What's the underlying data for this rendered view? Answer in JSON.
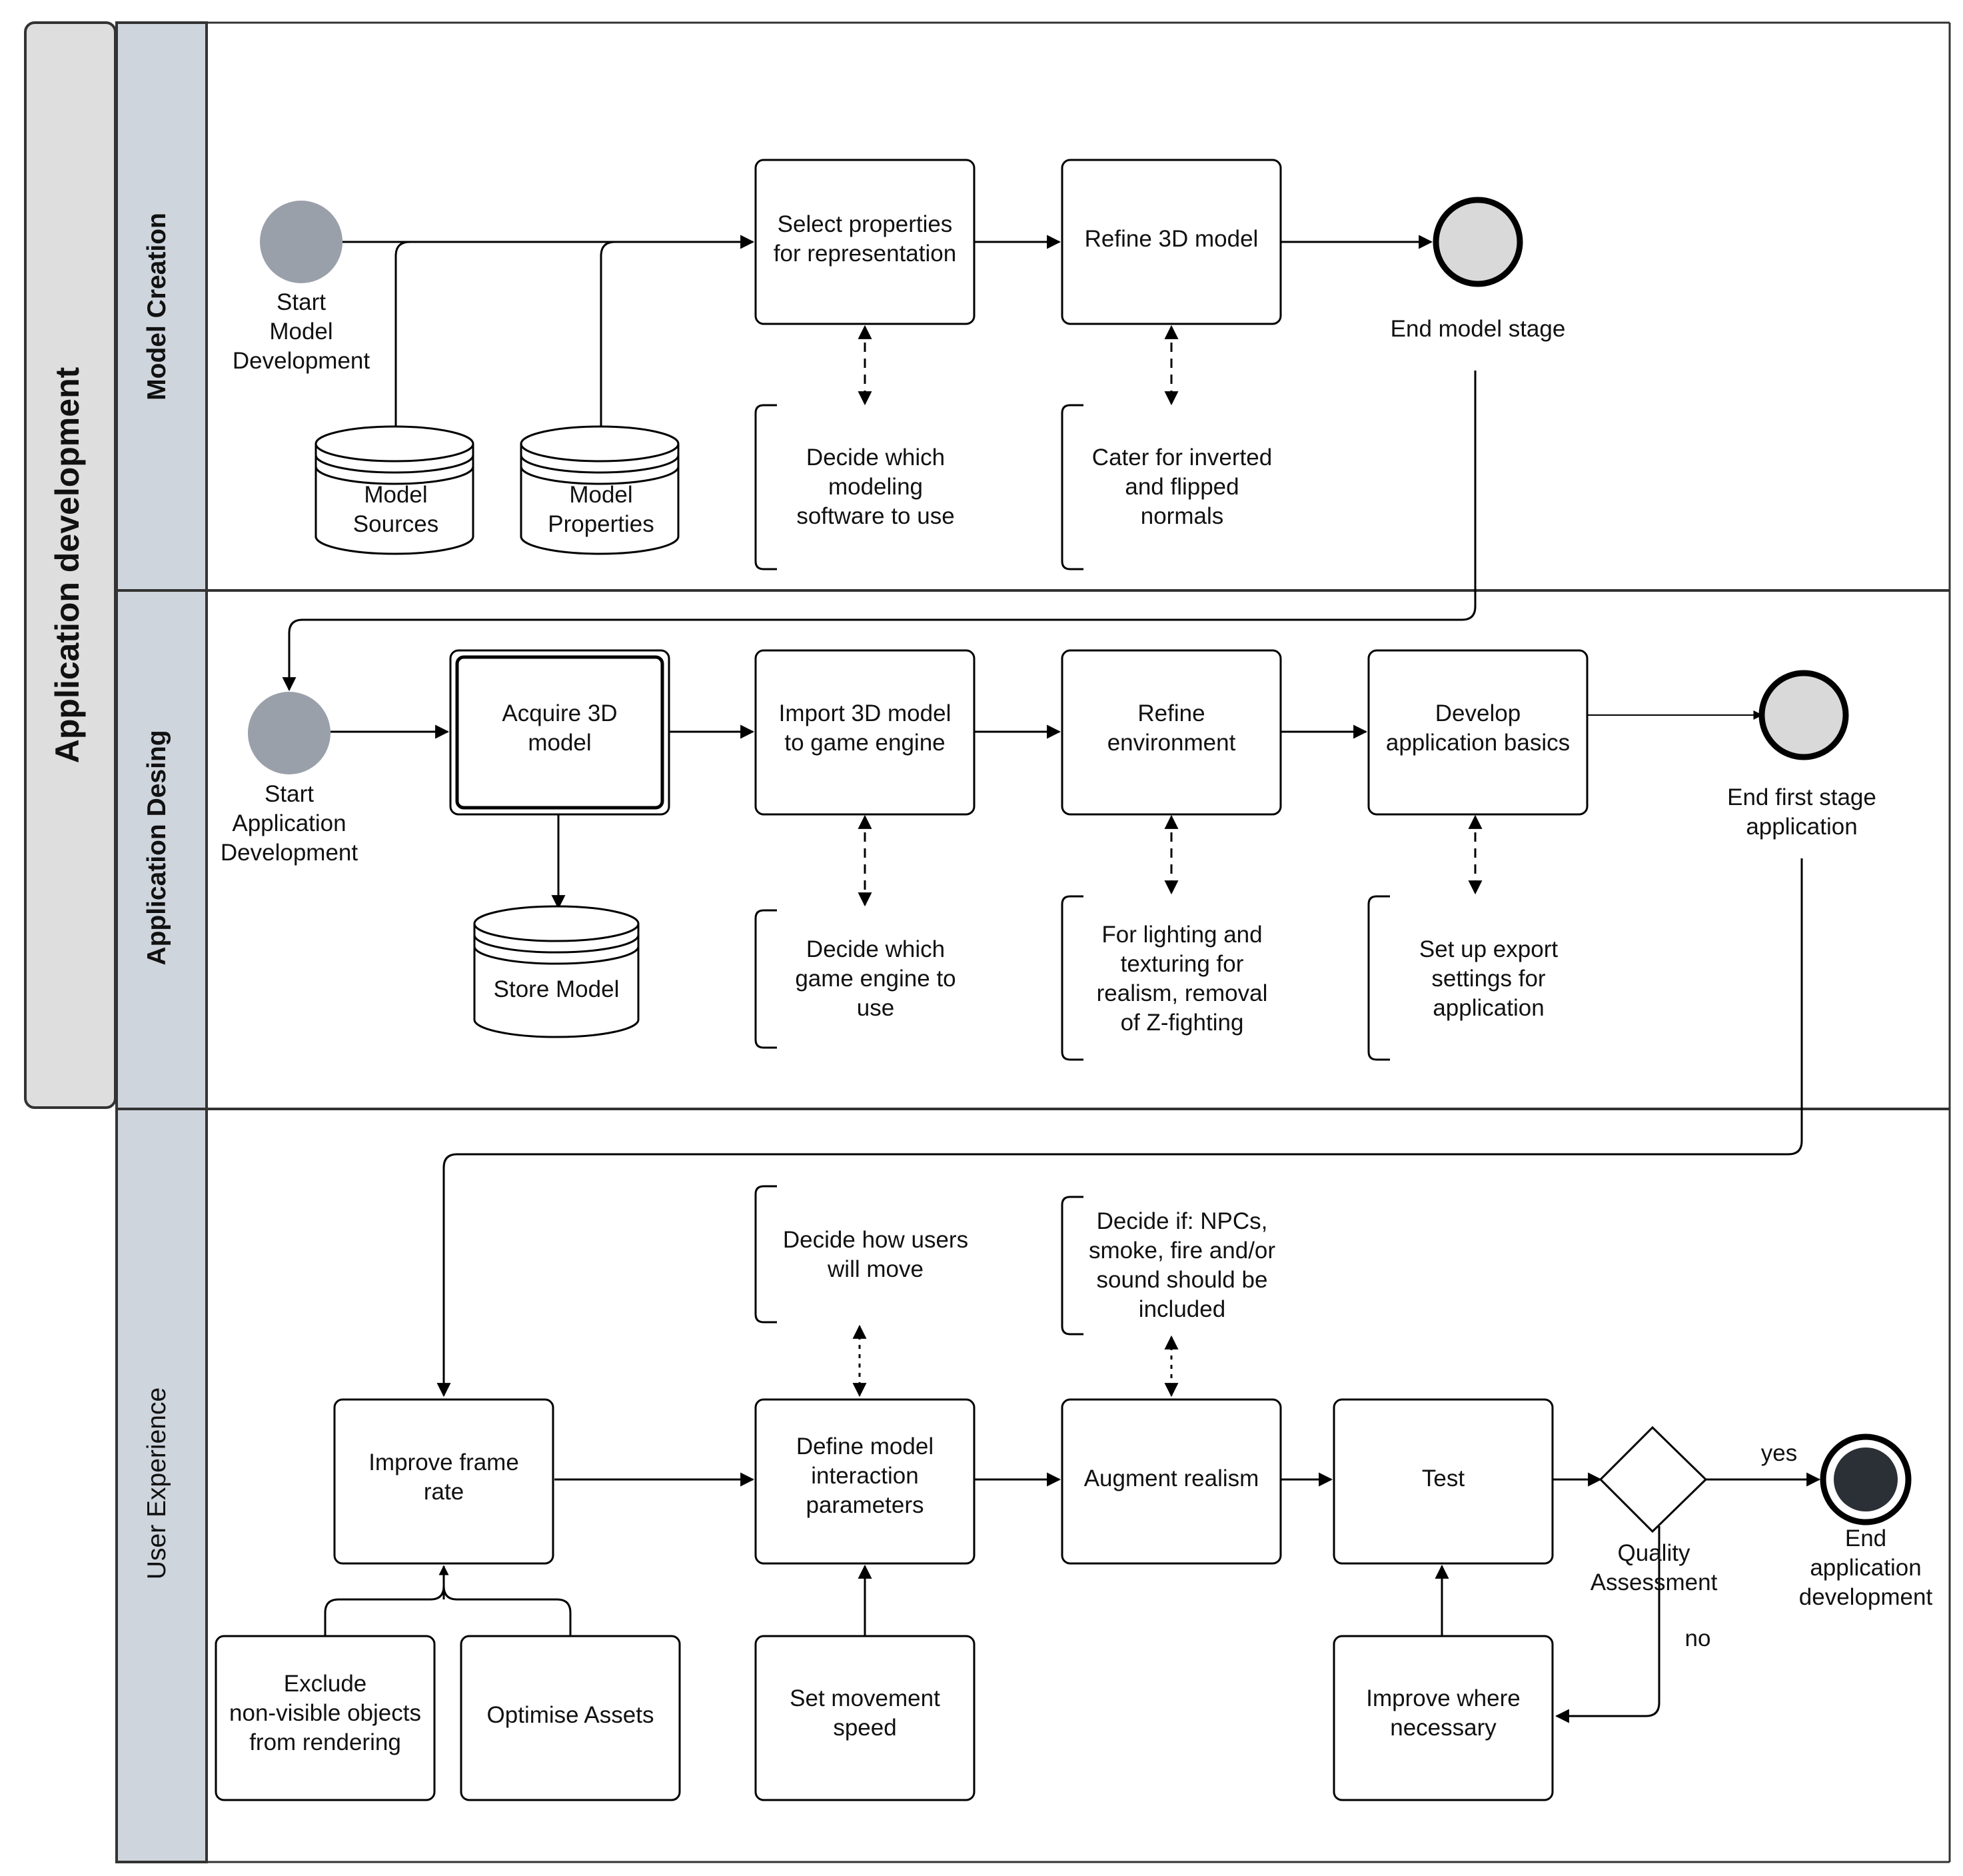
{
  "pool": {
    "label": "Application development"
  },
  "lanes": [
    {
      "id": "lane-model-creation",
      "label": "Model Creation"
    },
    {
      "id": "lane-application-desing",
      "label": "Application Desing"
    },
    {
      "id": "lane-user-experience",
      "label": "User Experience"
    }
  ],
  "events": {
    "start_model": "Start\nModel\nDevelopment",
    "end_model": "End model stage",
    "start_app": "Start\nApplication\nDevelopment",
    "end_first": "End first stage\napplication",
    "end_app": "End\napplication\ndevelopment"
  },
  "tasks": {
    "select_properties": "Select properties\nfor representation",
    "refine_3d": "Refine 3D model",
    "acquire_3d": "Acquire 3D\nmodel",
    "import_3d": "Import 3D model\nto game engine",
    "refine_env": "Refine\nenvironment",
    "develop_basics": "Develop\napplication basics",
    "improve_frame": "Improve frame\nrate",
    "define_params": "Define model\ninteraction\nparameters",
    "augment": "Augment realism",
    "test": "Test",
    "exclude": "Exclude\nnon-visible objects\nfrom rendering",
    "optimise": "Optimise Assets",
    "movement": "Set movement\nspeed",
    "improve_where": "Improve where\nnecessary"
  },
  "datastores": {
    "model_sources": "Model\nSources",
    "model_properties": "Model\nProperties",
    "store_model": "Store Model"
  },
  "annotations": {
    "decide_software": "Decide which\nmodeling\nsoftware to use",
    "cater_normals": "Cater for inverted\nand flipped\nnormals",
    "decide_engine": "Decide which\ngame engine to\nuse",
    "lighting": "For lighting and\ntexturing for\nrealism, removal\nof Z-fighting",
    "export": "Set up export\nsettings for\napplication",
    "move": "Decide how users\nwill move",
    "npcs": "Decide if: NPCs,\nsmoke, fire and/or\nsound should be\nincluded"
  },
  "gateway": {
    "label": "Quality\nAssessment",
    "yes": "yes",
    "no": "no"
  }
}
